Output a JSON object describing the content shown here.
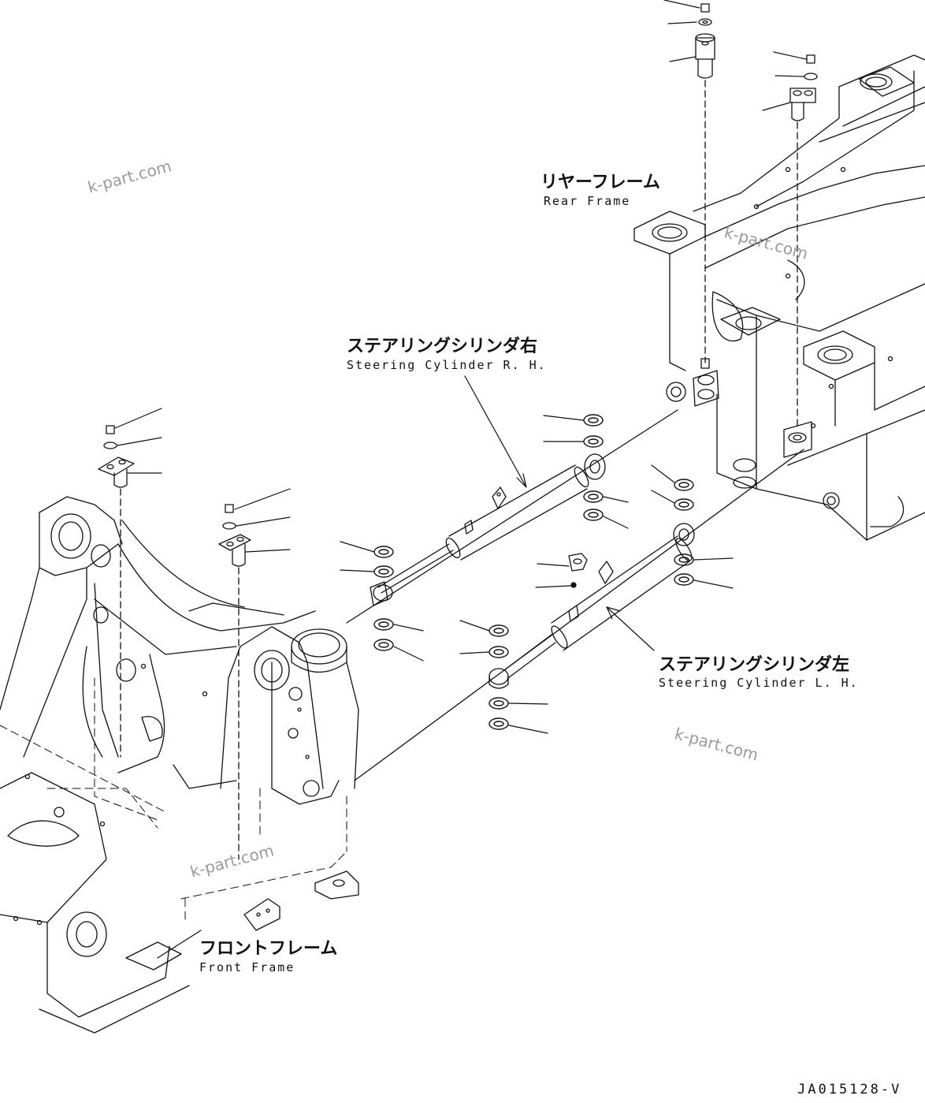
{
  "labels": {
    "rear_frame_jp": "リヤーフレーム",
    "rear_frame_en": "Rear Frame",
    "steering_rh_jp": "ステアリングシリンダ右",
    "steering_rh_en": "Steering Cylinder R. H.",
    "steering_lh_jp": "ステアリングシリンダ左",
    "steering_lh_en": "Steering Cylinder L. H.",
    "front_frame_jp": "フロントフレーム",
    "front_frame_en": "Front Frame"
  },
  "watermark": "k-part.com",
  "drawing_code": "JA015128-V"
}
